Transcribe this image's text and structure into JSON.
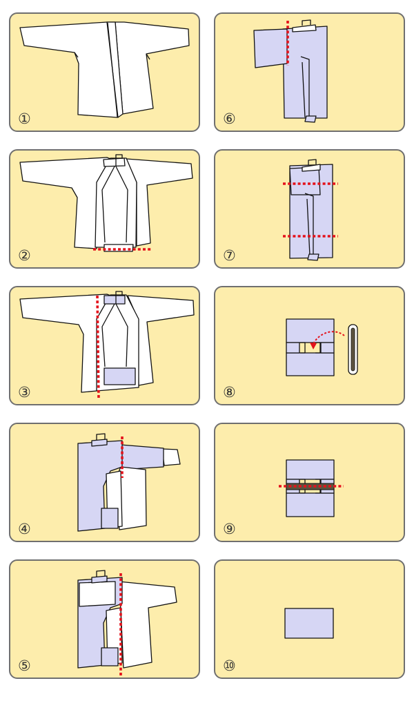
{
  "steps": [
    {
      "id": 1,
      "label": "①"
    },
    {
      "id": 2,
      "label": "②"
    },
    {
      "id": 3,
      "label": "③"
    },
    {
      "id": 4,
      "label": "④"
    },
    {
      "id": 5,
      "label": "⑤"
    },
    {
      "id": 6,
      "label": "⑥"
    },
    {
      "id": 7,
      "label": "⑦"
    },
    {
      "id": 8,
      "label": "⑧"
    },
    {
      "id": 9,
      "label": "⑨"
    },
    {
      "id": 10,
      "label": "⑩"
    }
  ],
  "colors": {
    "panel_background": "#fdedac",
    "panel_border": "#6f6f6f",
    "fabric_white": "#ffffff",
    "fabric_folded": "#d6d6f4",
    "fold_line": "#e4121b"
  }
}
